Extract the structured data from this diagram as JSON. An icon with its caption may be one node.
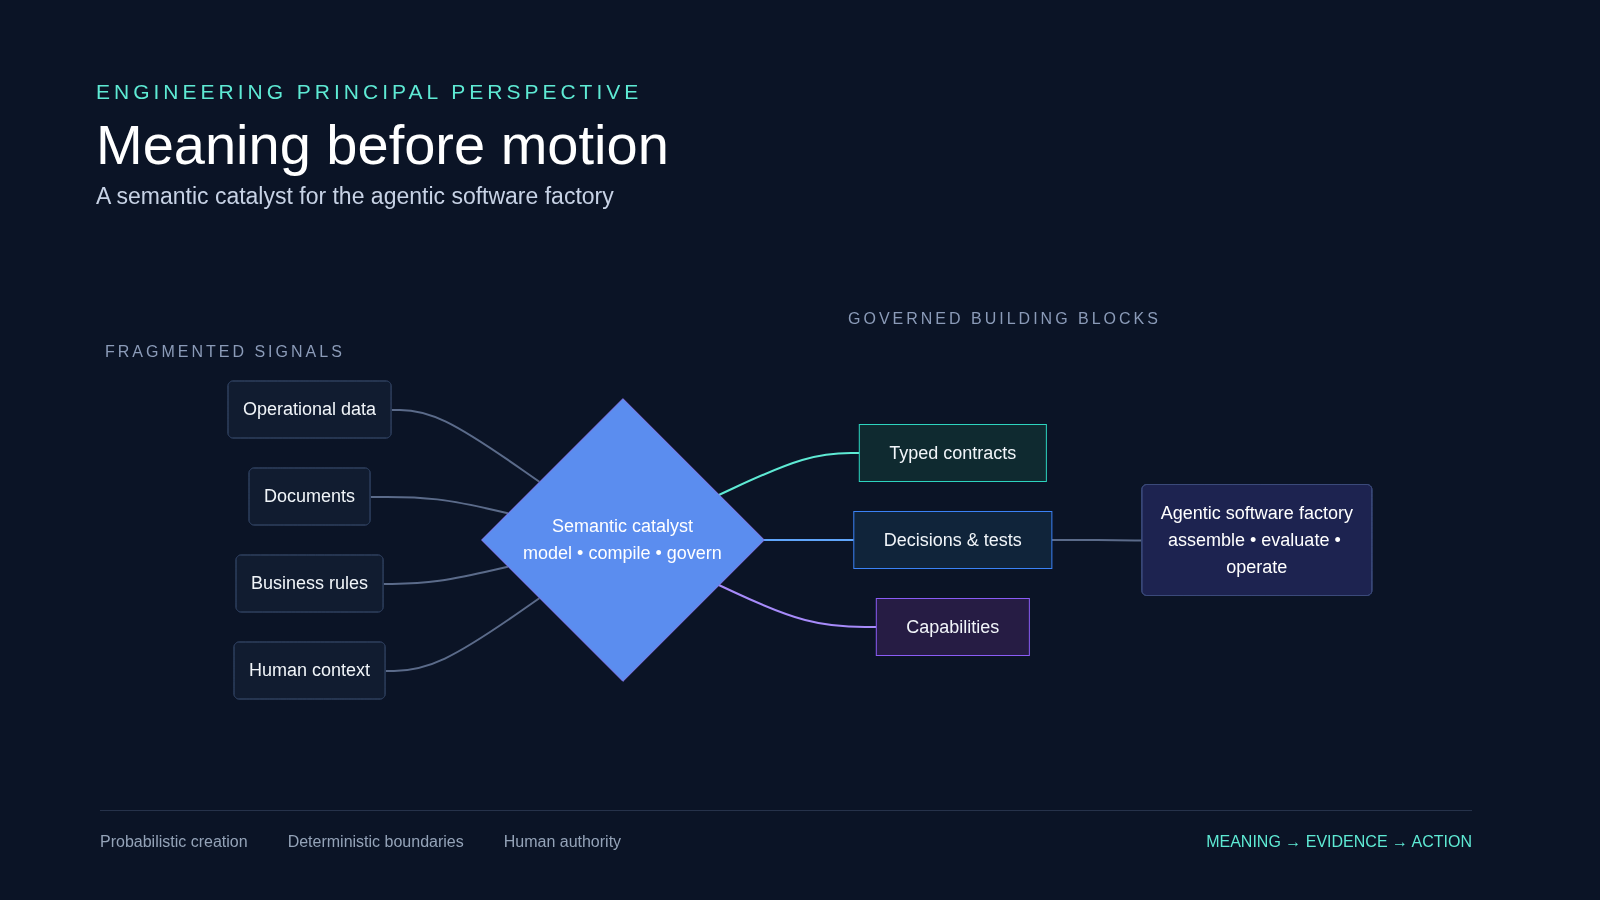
{
  "diagram": {
    "title": "Meaning before motion",
    "nodes": [
      {
        "text": [
          "Operational data"
        ]
      },
      {
        "text": [
          "Documents"
        ]
      },
      {
        "text": [
          "Business rules"
        ]
      },
      {
        "text": [
          "Human context"
        ]
      },
      {
        "text": [
          "Semantic catalyst",
          "model • compile • govern"
        ]
      },
      {
        "text": [
          "Typed contracts"
        ]
      },
      {
        "text": [
          "Decisions & tests"
        ]
      },
      {
        "text": [
          "Capabilities"
        ]
      },
      {
        "text": [
          "Agentic software factory",
          "assemble • evaluate • operate"
        ]
      }
    ],
    "edges": [
      {
        "from": 0,
        "to": 4,
        "arrow": "none"
      },
      {
        "from": 1,
        "to": 4,
        "arrow": "none"
      },
      {
        "from": 2,
        "to": 4,
        "arrow": "none"
      },
      {
        "from": 3,
        "to": 4,
        "arrow": "none"
      },
      {
        "from": 4,
        "to": 5,
        "arrow": "none",
        "color": "#5eead4"
      },
      {
        "from": 4,
        "to": 6,
        "arrow": "none",
        "color": "#60a5fa"
      },
      {
        "from": 4,
        "to": 7,
        "arrow": "none",
        "color": "#a78bfa"
      },
      {
        "from": 6,
        "to": 8,
        "arrow": "none"
      }
    ],
    "labels": [
      "ENGINEERING PRINCIPAL PERSPECTIVE",
      "A semantic catalyst for the agentic software factory",
      "FRAGMENTED SIGNALS",
      "GOVERNED BUILDING BLOCKS",
      "Probabilistic creation",
      "Deterministic boundaries",
      "Human authority",
      "MEANING → EVIDENCE → ACTION"
    ]
  }
}
